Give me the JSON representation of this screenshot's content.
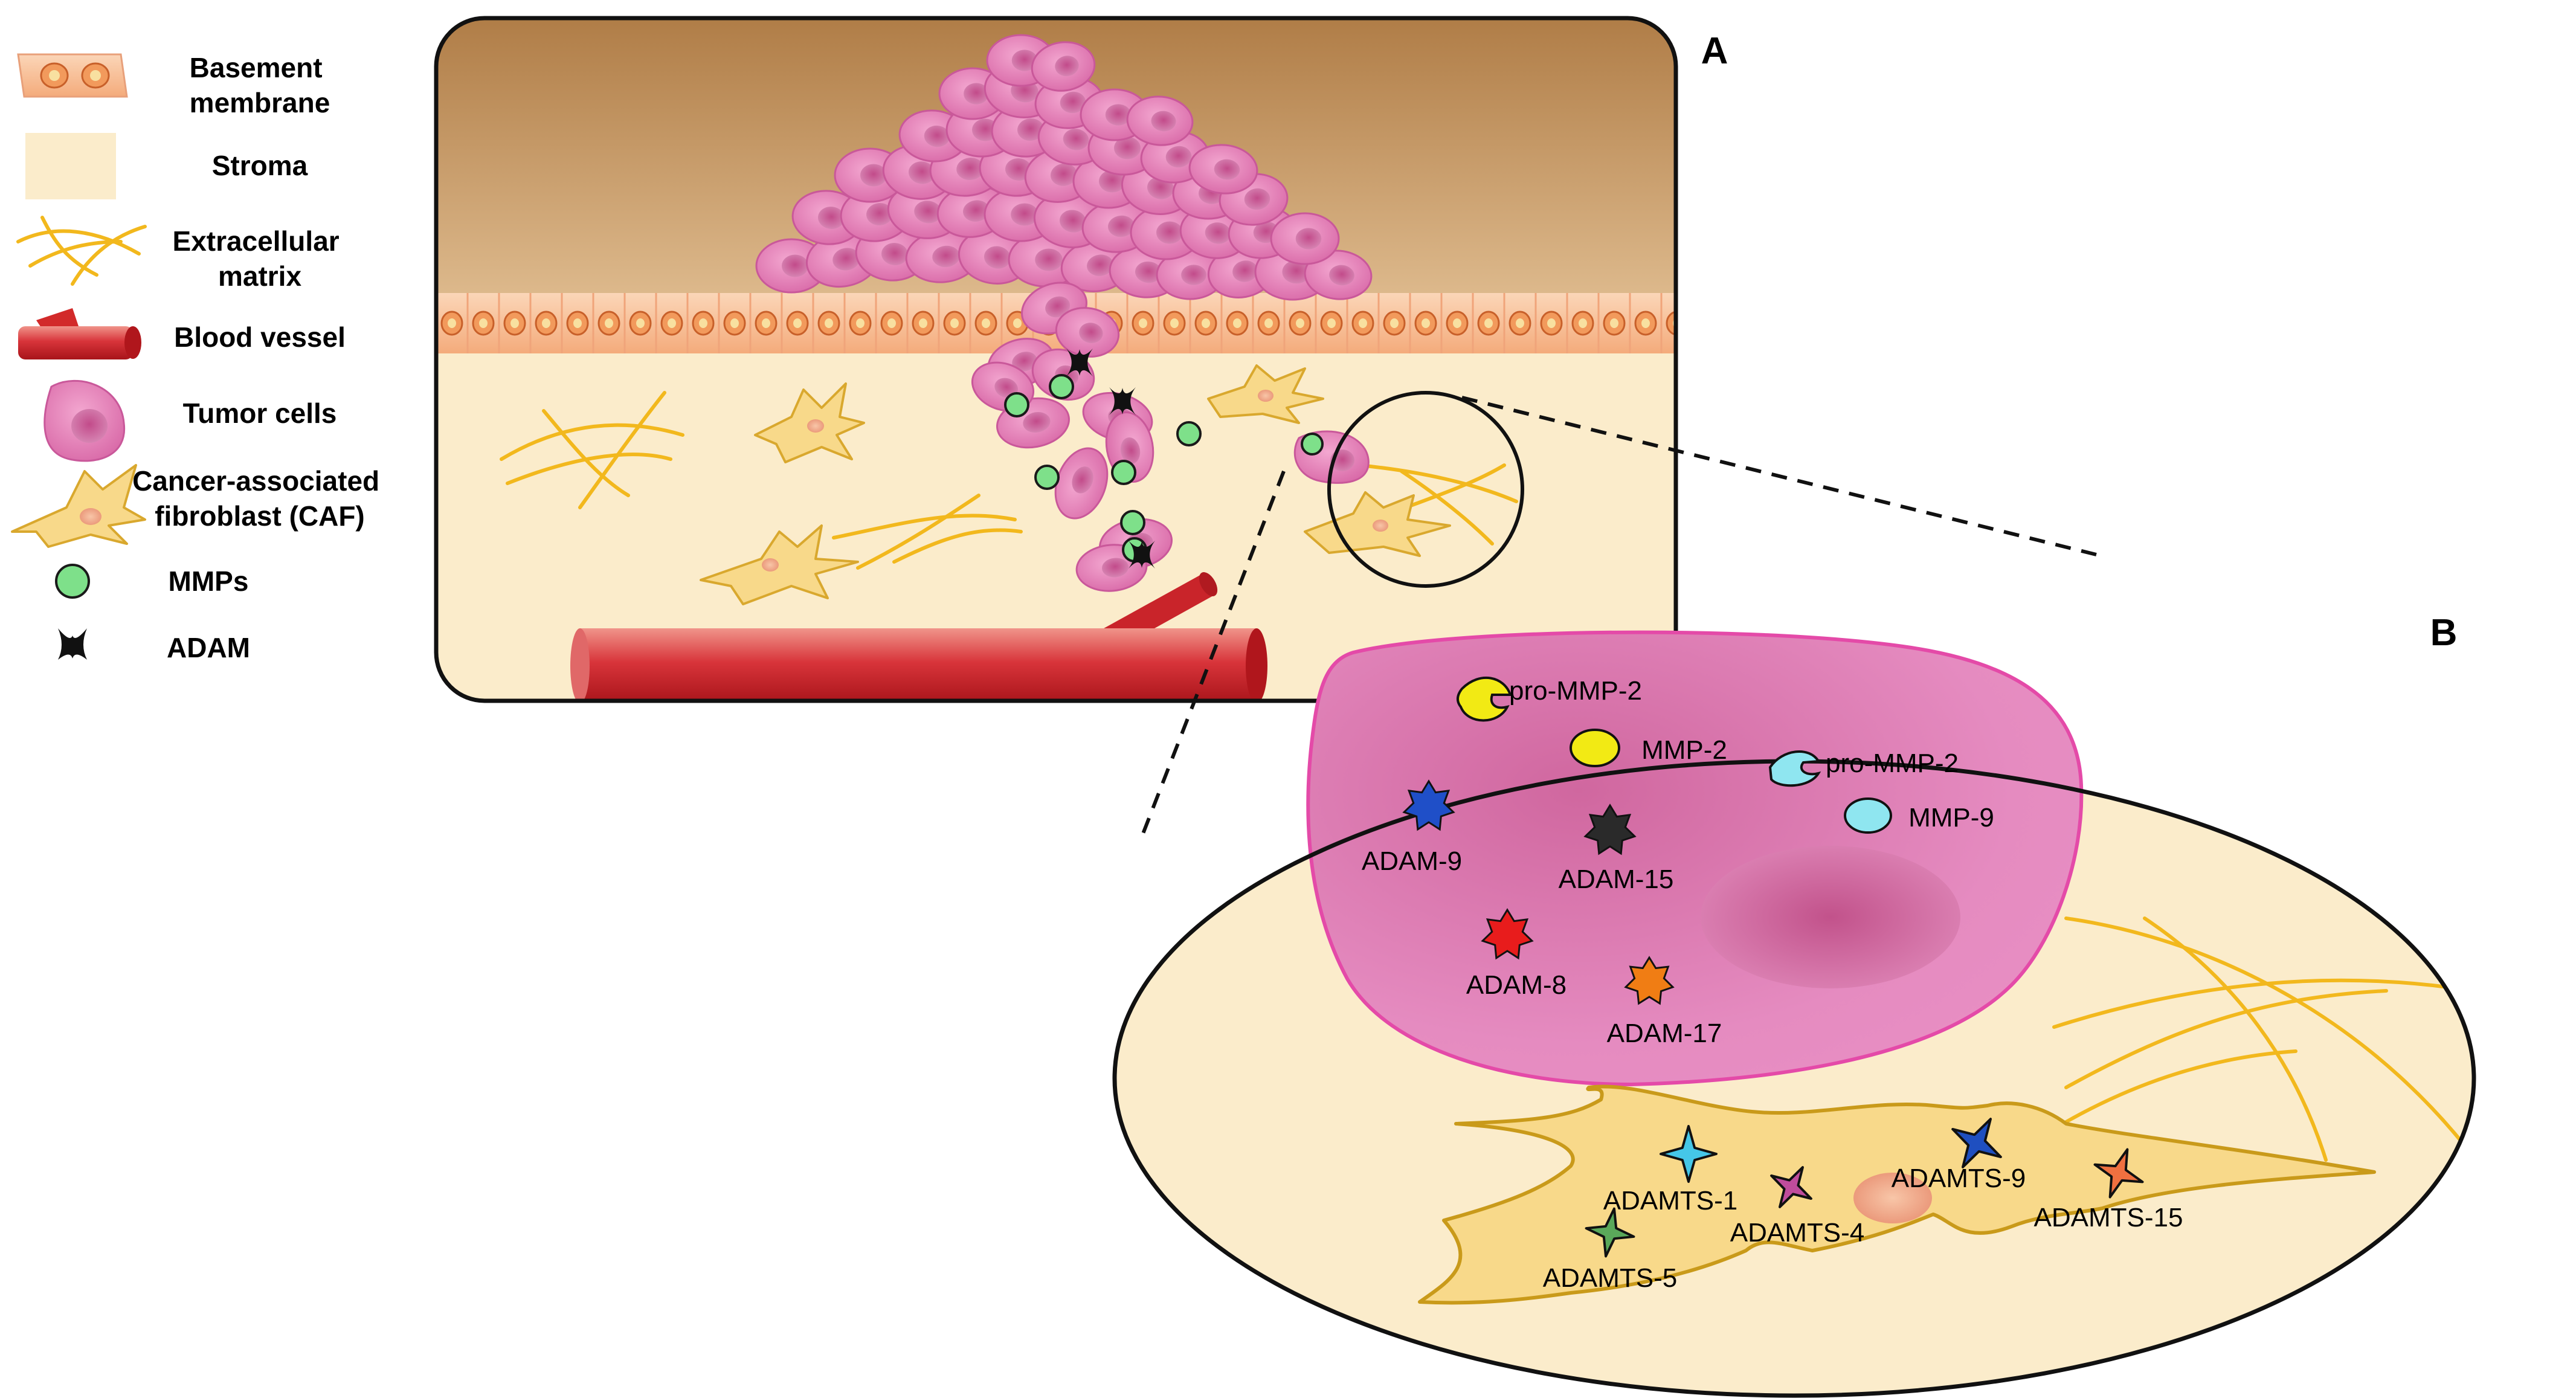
{
  "legend": {
    "basement_membrane": [
      "Basement",
      "membrane"
    ],
    "stroma": "Stroma",
    "extracellular_matrix": [
      "Extracellular",
      "matrix"
    ],
    "blood_vessel": "Blood vessel",
    "tumor_cells": "Tumor cells",
    "caf": [
      "Cancer-associated",
      "fibroblast (CAF)"
    ],
    "mmps": "MMPs",
    "adam": "ADAM"
  },
  "panels": {
    "a": "A",
    "b": "B"
  },
  "tumor_cell_enzymes": {
    "pro_mmp2_yellow": "pro-MMP-2",
    "mmp2": "MMP-2",
    "pro_mmp2_cyan": "pro-MMP-2",
    "mmp9": "MMP-9",
    "adam9": "ADAM-9",
    "adam15": "ADAM-15",
    "adam8": "ADAM-8",
    "adam17": "ADAM-17"
  },
  "fibroblast_enzymes": {
    "adamts1": "ADAMTS-1",
    "adamts4": "ADAMTS-4",
    "adamts9": "ADAMTS-9",
    "adamts15": "ADAMTS-15",
    "adamts5": "ADAMTS-5"
  },
  "colors": {
    "tumor_pink": "#e58bc0",
    "stroma_beige": "#fbeccb",
    "membrane_orange": "#f6b98c",
    "caf_yellow": "#f8d98a",
    "ecm_yellow": "#f2b81d",
    "vessel_red": "#c0181f",
    "mmp_green": "#7ee08a",
    "adam9_blue": "#1f4fc8",
    "adam15_black": "#2a2a2a",
    "adam8_red": "#e81c1c",
    "adam17_orange": "#f07d14",
    "mmp2_yellow": "#f2ea14",
    "mmp9_cyan": "#8fe6f0",
    "adamts1_cyan": "#45c7e8",
    "adamts4_magenta": "#c04c9c",
    "adamts9_blue": "#1f4fc0",
    "adamts15_orange": "#f07040",
    "adamts5_green": "#5aa85a"
  }
}
